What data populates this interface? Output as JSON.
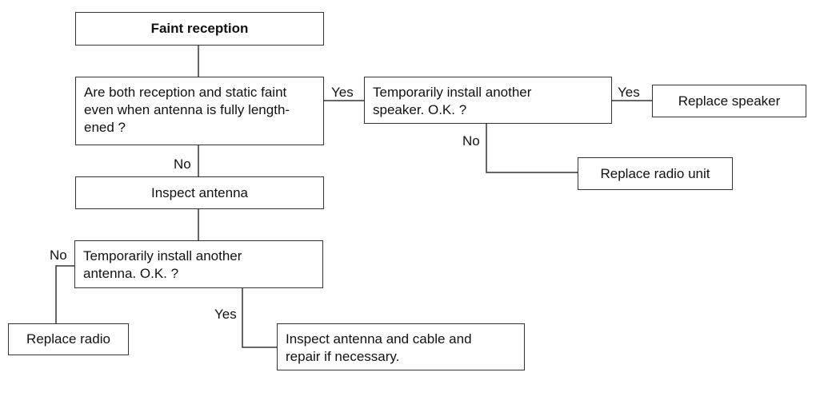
{
  "nodes": {
    "start": {
      "lines": [
        "Faint reception"
      ]
    },
    "q1": {
      "lines": [
        "Are both reception and static faint",
        "even when antenna is fully length-",
        "ened ?"
      ]
    },
    "q2": {
      "lines": [
        "Temporarily install another",
        "speaker. O.K. ?"
      ]
    },
    "replace_speaker": {
      "lines": [
        "Replace speaker"
      ]
    },
    "replace_radio_unit": {
      "lines": [
        "Replace radio unit"
      ]
    },
    "inspect_antenna": {
      "lines": [
        "Inspect antenna"
      ]
    },
    "q3": {
      "lines": [
        "Temporarily install another",
        "antenna. O.K. ?"
      ]
    },
    "replace_radio": {
      "lines": [
        "Replace radio"
      ]
    },
    "inspect_cable": {
      "lines": [
        "Inspect antenna and cable and",
        "repair if necessary."
      ]
    }
  },
  "edge_labels": {
    "q1_yes": "Yes",
    "q2_yes": "Yes",
    "q2_no": "No",
    "q1_no": "No",
    "q3_no": "No",
    "q3_yes": "Yes"
  }
}
